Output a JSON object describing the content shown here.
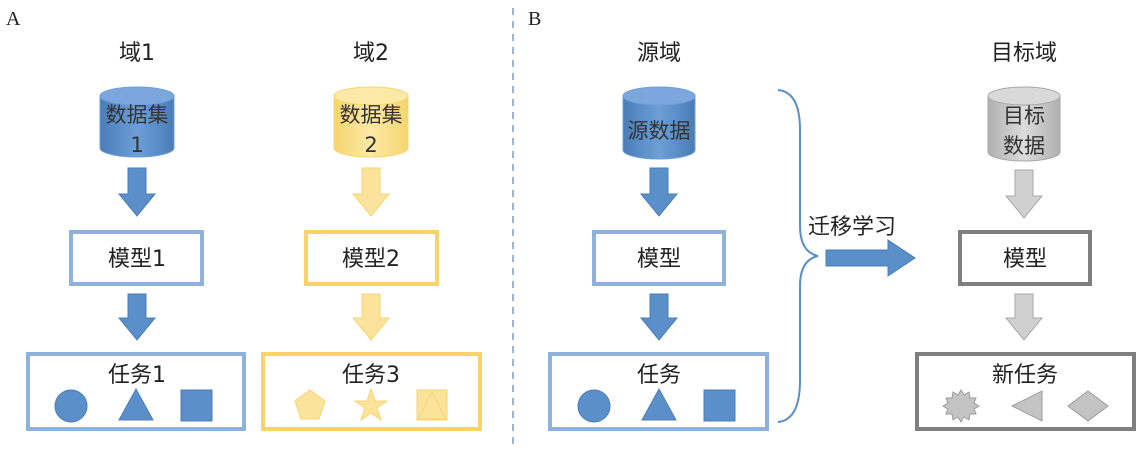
{
  "panels": {
    "a_label": "A",
    "b_label": "B"
  },
  "panel_a": {
    "domain1": {
      "title": "域1",
      "dataset_line1": "数据集",
      "dataset_line2": "1",
      "model": "模型1",
      "task": "任务1"
    },
    "domain2": {
      "title": "域2",
      "dataset_line1": "数据集",
      "dataset_line2": "2",
      "model": "模型2",
      "task": "任务3"
    }
  },
  "panel_b": {
    "source": {
      "title": "源域",
      "data": "源数据",
      "model": "模型",
      "task": "任务"
    },
    "transfer_label": "迁移学习",
    "target": {
      "title": "目标域",
      "data_line1": "目标",
      "data_line2": "数据",
      "model": "模型",
      "task": "新任务"
    }
  },
  "colors": {
    "blue": "#4f81bd",
    "blue_fill": "#5b8fca",
    "blue_border": "#8fb2dc",
    "yellow": "#ffd966",
    "yellow_fill": "#fbe39b",
    "yellow_border": "#f7d36a",
    "gray": "#bfbfbf",
    "gray_border": "#7f7f7f",
    "divider": "#7f9cc7"
  }
}
